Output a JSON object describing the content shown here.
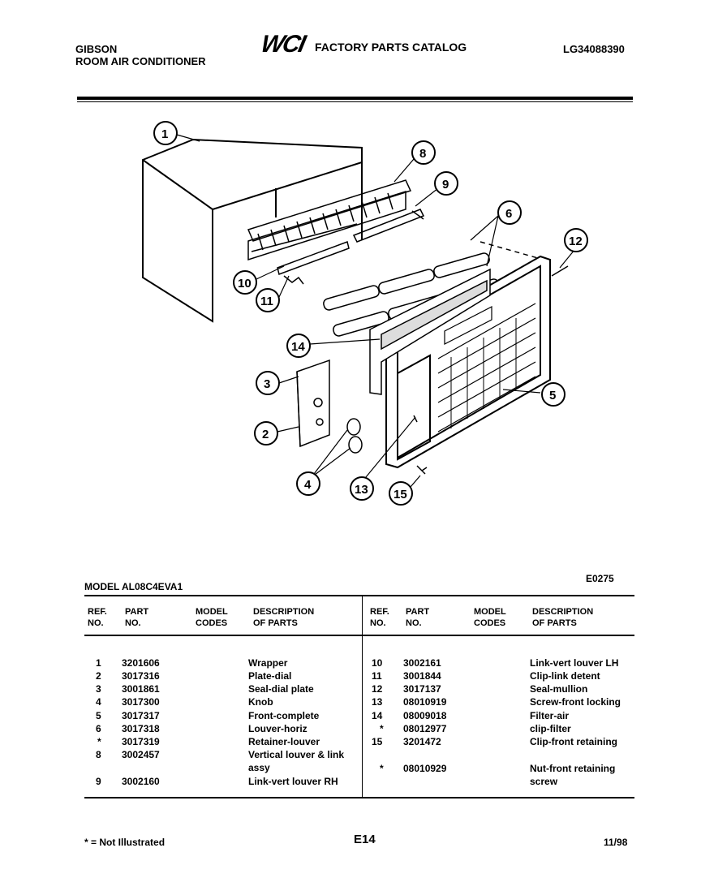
{
  "header": {
    "brand": "GIBSON",
    "product": "ROOM AIR CONDITIONER",
    "logo_text": "WCI",
    "catalog_title": "FACTORY PARTS CATALOG",
    "catalog_number": "LG34088390"
  },
  "diagram": {
    "code": "E0275",
    "callouts": [
      "1",
      "2",
      "3",
      "4",
      "5",
      "6",
      "8",
      "9",
      "10",
      "11",
      "12",
      "13",
      "14",
      "15"
    ]
  },
  "table": {
    "model_label": "MODEL AL08C4EVA1",
    "headers": {
      "ref1": "REF.",
      "ref2": "NO.",
      "part1": "PART",
      "part2": "NO.",
      "model1": "MODEL",
      "model2": "CODES",
      "desc1": "DESCRIPTION",
      "desc2": "OF PARTS"
    },
    "left_rows": [
      {
        "ref": "1",
        "part": "3201606",
        "desc": "Wrapper"
      },
      {
        "ref": "2",
        "part": "3017316",
        "desc": "Plate-dial"
      },
      {
        "ref": "3",
        "part": "3001861",
        "desc": "Seal-dial plate"
      },
      {
        "ref": "4",
        "part": "3017300",
        "desc": "Knob"
      },
      {
        "ref": "5",
        "part": "3017317",
        "desc": "Front-complete"
      },
      {
        "ref": "6",
        "part": "3017318",
        "desc": "Louver-horiz"
      },
      {
        "ref": "*",
        "part": "3017319",
        "desc": "Retainer-louver"
      },
      {
        "ref": "8",
        "part": "3002457",
        "desc": "Vertical louver & link",
        "desc2": "assy"
      },
      {
        "ref": "9",
        "part": "3002160",
        "desc": "Link-vert louver RH"
      }
    ],
    "right_rows": [
      {
        "ref": "10",
        "part": "3002161",
        "desc": "Link-vert louver LH"
      },
      {
        "ref": "11",
        "part": "3001844",
        "desc": "Clip-link detent"
      },
      {
        "ref": "12",
        "part": "3017137",
        "desc": "Seal-mullion"
      },
      {
        "ref": "13",
        "part": "08010919",
        "desc": "Screw-front locking"
      },
      {
        "ref": "14",
        "part": "08009018",
        "desc": "Filter-air"
      },
      {
        "ref": "*",
        "part": "08012977",
        "desc": "clip-filter"
      },
      {
        "ref": "15",
        "part": "3201472",
        "desc": "Clip-front retaining"
      },
      {
        "ref": "*",
        "part": "08010929",
        "desc": "Nut-front retaining",
        "desc2": "screw"
      }
    ]
  },
  "footer": {
    "note": "* = Not Illustrated",
    "page": "E14",
    "date": "11/98"
  }
}
